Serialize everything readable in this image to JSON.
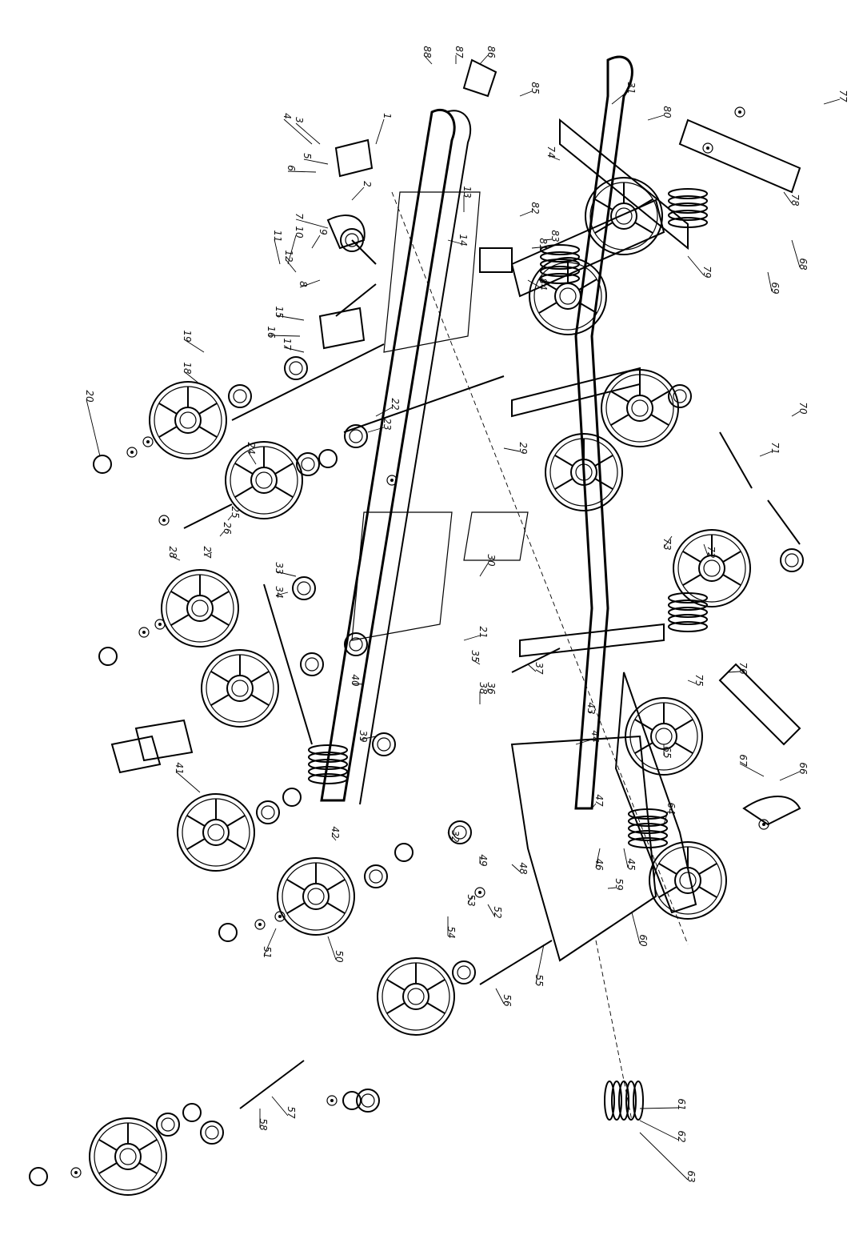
{
  "diagram": {
    "callouts": [
      {
        "id": "c1",
        "label": "1"
      },
      {
        "id": "c2",
        "label": "2"
      },
      {
        "id": "c3",
        "label": "3"
      },
      {
        "id": "c4",
        "label": "4"
      },
      {
        "id": "c5",
        "label": "5"
      },
      {
        "id": "c6",
        "label": "6"
      },
      {
        "id": "c7",
        "label": "7"
      },
      {
        "id": "c8",
        "label": "8"
      },
      {
        "id": "c9",
        "label": "9"
      },
      {
        "id": "c10",
        "label": "10"
      },
      {
        "id": "c11",
        "label": "11"
      },
      {
        "id": "c12",
        "label": "12"
      },
      {
        "id": "c13",
        "label": "13"
      },
      {
        "id": "c14",
        "label": "14"
      },
      {
        "id": "c15",
        "label": "15"
      },
      {
        "id": "c16",
        "label": "16"
      },
      {
        "id": "c17",
        "label": "17"
      },
      {
        "id": "c18",
        "label": "18"
      },
      {
        "id": "c19",
        "label": "19"
      },
      {
        "id": "c20",
        "label": "20"
      },
      {
        "id": "c21",
        "label": "21"
      },
      {
        "id": "c22",
        "label": "22"
      },
      {
        "id": "c23",
        "label": "23"
      },
      {
        "id": "c24",
        "label": "24"
      },
      {
        "id": "c25",
        "label": "25"
      },
      {
        "id": "c26",
        "label": "26"
      },
      {
        "id": "c27",
        "label": "27"
      },
      {
        "id": "c28",
        "label": "28"
      },
      {
        "id": "c29",
        "label": "29"
      },
      {
        "id": "c30",
        "label": "30"
      },
      {
        "id": "c31",
        "label": "31"
      },
      {
        "id": "c32",
        "label": "32"
      },
      {
        "id": "c33",
        "label": "33"
      },
      {
        "id": "c34",
        "label": "34"
      },
      {
        "id": "c35",
        "label": "35"
      },
      {
        "id": "c36",
        "label": "36"
      },
      {
        "id": "c37",
        "label": "37"
      },
      {
        "id": "c38",
        "label": "38"
      },
      {
        "id": "c39",
        "label": "39"
      },
      {
        "id": "c40",
        "label": "40"
      },
      {
        "id": "c41",
        "label": "41"
      },
      {
        "id": "c42",
        "label": "42"
      },
      {
        "id": "c43",
        "label": "43"
      },
      {
        "id": "c44",
        "label": "44"
      },
      {
        "id": "c45",
        "label": "45"
      },
      {
        "id": "c46",
        "label": "46"
      },
      {
        "id": "c47",
        "label": "47"
      },
      {
        "id": "c48",
        "label": "48"
      },
      {
        "id": "c49",
        "label": "49"
      },
      {
        "id": "c50",
        "label": "50"
      },
      {
        "id": "c51",
        "label": "51"
      },
      {
        "id": "c52",
        "label": "52"
      },
      {
        "id": "c53",
        "label": "53"
      },
      {
        "id": "c54",
        "label": "54"
      },
      {
        "id": "c55",
        "label": "55"
      },
      {
        "id": "c56",
        "label": "56"
      },
      {
        "id": "c57",
        "label": "57"
      },
      {
        "id": "c58",
        "label": "58"
      },
      {
        "id": "c59",
        "label": "59"
      },
      {
        "id": "c60",
        "label": "60"
      },
      {
        "id": "c61",
        "label": "61"
      },
      {
        "id": "c62",
        "label": "62"
      },
      {
        "id": "c63",
        "label": "63"
      },
      {
        "id": "c64",
        "label": "64"
      },
      {
        "id": "c65",
        "label": "65"
      },
      {
        "id": "c66",
        "label": "66"
      },
      {
        "id": "c67",
        "label": "67"
      },
      {
        "id": "c68",
        "label": "68"
      },
      {
        "id": "c69",
        "label": "69"
      },
      {
        "id": "c70",
        "label": "70"
      },
      {
        "id": "c71",
        "label": "71"
      },
      {
        "id": "c72",
        "label": "72"
      },
      {
        "id": "c73",
        "label": "73"
      },
      {
        "id": "c74",
        "label": "74"
      },
      {
        "id": "c75",
        "label": "75"
      },
      {
        "id": "c76",
        "label": "76"
      },
      {
        "id": "c77",
        "label": "77"
      },
      {
        "id": "c78",
        "label": "78"
      },
      {
        "id": "c79",
        "label": "79"
      },
      {
        "id": "c80",
        "label": "80"
      },
      {
        "id": "c81",
        "label": "81"
      },
      {
        "id": "c82",
        "label": "82"
      },
      {
        "id": "c83",
        "label": "83"
      },
      {
        "id": "c84",
        "label": "84"
      },
      {
        "id": "c85",
        "label": "85"
      },
      {
        "id": "c86",
        "label": "86"
      },
      {
        "id": "c87",
        "label": "87"
      },
      {
        "id": "c88",
        "label": "88"
      }
    ]
  }
}
